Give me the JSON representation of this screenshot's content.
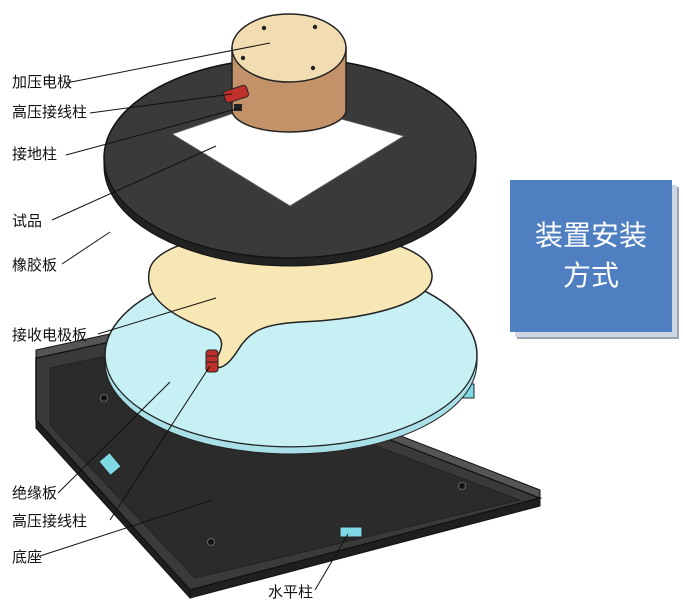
{
  "title": "装置安装方式",
  "labels": [
    {
      "id": "pressure-electrode",
      "text": "加压电极"
    },
    {
      "id": "hv-post-top",
      "text": "高压接线柱"
    },
    {
      "id": "ground-post",
      "text": "接地柱"
    },
    {
      "id": "specimen",
      "text": "试品"
    },
    {
      "id": "rubber-plate",
      "text": "橡胶板"
    },
    {
      "id": "receiving-electrode",
      "text": "接收电极板"
    },
    {
      "id": "insulating-plate",
      "text": "绝缘板"
    },
    {
      "id": "hv-post-bottom",
      "text": "高压接线柱"
    },
    {
      "id": "base",
      "text": "底座"
    },
    {
      "id": "leveling-post",
      "text": "水平柱"
    }
  ],
  "colors": {
    "title_box": "#4f7fc0",
    "rubber": "#3a3a3a",
    "receiving_electrode": "#f7e7b4",
    "insulating_plate": "#c6f0f4",
    "base": "#2e2e2e",
    "electrode_body": "#c49268",
    "electrode_top": "#f1ddb1",
    "terminal": "#c0302a"
  }
}
